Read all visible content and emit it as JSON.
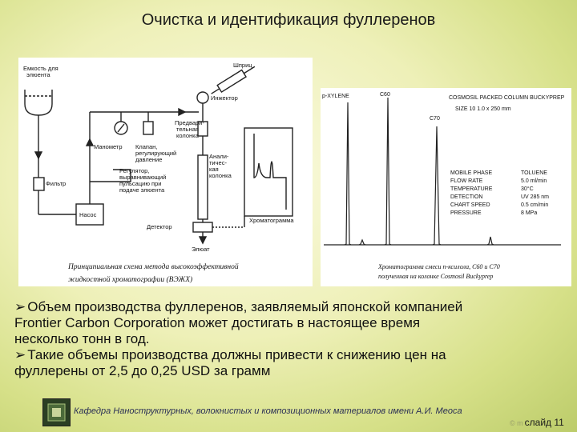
{
  "slide": {
    "title": "Очистка и идентификация фуллеренов",
    "number": "слайд 11",
    "copyright": "© m"
  },
  "schematic": {
    "labels": {
      "reservoir": [
        "Емкость для",
        "элюента"
      ],
      "syringe": "Шприц",
      "injector": "Инжектор",
      "precolumn": [
        "Предвари-",
        "тельная",
        "колонка"
      ],
      "manometer": "Манометр",
      "valve": [
        "Клапан,",
        "регулирующий",
        "давление"
      ],
      "column": [
        "Анали-",
        "тичес-",
        "кая",
        "колонка"
      ],
      "filter": "Фильтр",
      "regulator": [
        "Регулятор,",
        "выравнивающий",
        "пульсацию при",
        "подаче элюента"
      ],
      "pump": "Насос",
      "detector": "Детектор",
      "chromatogram": "Хроматограмма",
      "eluate": "Элюат"
    },
    "caption": [
      "Принципиальная схема метода высокоэффективной",
      "жидкостной хроматографии (ВЭЖХ)"
    ]
  },
  "chromatogram": {
    "peaks": [
      "p-XYLENE",
      "C60",
      "C70"
    ],
    "header": [
      "COSMOSIL PACKED COLUMN BUCKYPREP",
      "SIZE  10  1.0 x 250 mm"
    ],
    "conditions": [
      {
        "key": "MOBILE PHASE",
        "value": "TOLUENE"
      },
      {
        "key": "FLOW RATE",
        "value": "5.0 ml/min"
      },
      {
        "key": "TEMPERATURE",
        "value": "30°C"
      },
      {
        "key": "DETECTION",
        "value": "UV 285 nm"
      },
      {
        "key": "CHART SPEED",
        "value": "0.5 cm/min"
      },
      {
        "key": "PRESSURE",
        "value": "8 MPa"
      }
    ],
    "caption": [
      "Хроматограмма смеси п-ксилола, C60 и C70",
      "полученная на колонке Cosmosil Buckyprep"
    ]
  },
  "bullets": [
    [
      "Объем производства фуллеренов, заявляемый японской компанией",
      "Frontier Carbon Corporation может достигать в настоящее время",
      "несколько тонн в год."
    ],
    [
      "Такие объемы производства должны привести к снижению цен на",
      "фуллерены от 2,5 до 0,25 USD за грамм"
    ]
  ],
  "footer": {
    "text": "Кафедра Наноструктурных, волокнистых и композиционных материалов имени А.И. Меоса"
  }
}
